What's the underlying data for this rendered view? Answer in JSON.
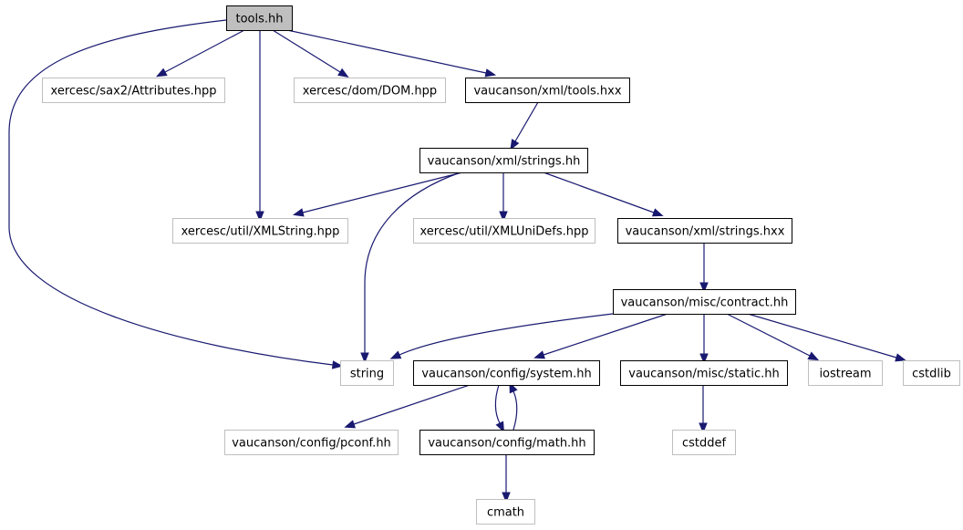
{
  "colors": {
    "edge": "#191970",
    "node_border_internal": "#000000",
    "node_border_external": "#bfbfbf",
    "node_fill_root": "#bfbfbf",
    "node_fill": "#ffffff"
  },
  "nodes": [
    {
      "id": "tools_hh",
      "label": "tools.hh",
      "kind": "root"
    },
    {
      "id": "sax2_attributes",
      "label": "xercesc/sax2/Attributes.hpp",
      "kind": "external"
    },
    {
      "id": "dom_dom",
      "label": "xercesc/dom/DOM.hpp",
      "kind": "external"
    },
    {
      "id": "xml_tools_hxx",
      "label": "vaucanson/xml/tools.hxx",
      "kind": "internal"
    },
    {
      "id": "xml_strings_hh",
      "label": "vaucanson/xml/strings.hh",
      "kind": "internal"
    },
    {
      "id": "util_xmlstring",
      "label": "xercesc/util/XMLString.hpp",
      "kind": "external"
    },
    {
      "id": "util_xmlunidefs",
      "label": "xercesc/util/XMLUniDefs.hpp",
      "kind": "external"
    },
    {
      "id": "xml_strings_hxx",
      "label": "vaucanson/xml/strings.hxx",
      "kind": "internal"
    },
    {
      "id": "misc_contract",
      "label": "vaucanson/misc/contract.hh",
      "kind": "internal"
    },
    {
      "id": "string",
      "label": "string",
      "kind": "external"
    },
    {
      "id": "config_system",
      "label": "vaucanson/config/system.hh",
      "kind": "internal"
    },
    {
      "id": "misc_static",
      "label": "vaucanson/misc/static.hh",
      "kind": "internal"
    },
    {
      "id": "iostream",
      "label": "iostream",
      "kind": "external"
    },
    {
      "id": "cstdlib",
      "label": "cstdlib",
      "kind": "external"
    },
    {
      "id": "config_pconf",
      "label": "vaucanson/config/pconf.hh",
      "kind": "external"
    },
    {
      "id": "config_math",
      "label": "vaucanson/config/math.hh",
      "kind": "internal"
    },
    {
      "id": "cstddef",
      "label": "cstddef",
      "kind": "external"
    },
    {
      "id": "cmath",
      "label": "cmath",
      "kind": "external"
    }
  ],
  "edges": [
    {
      "from": "tools_hh",
      "to": "sax2_attributes"
    },
    {
      "from": "tools_hh",
      "to": "dom_dom"
    },
    {
      "from": "tools_hh",
      "to": "xml_tools_hxx"
    },
    {
      "from": "tools_hh",
      "to": "util_xmlstring"
    },
    {
      "from": "tools_hh",
      "to": "string"
    },
    {
      "from": "xml_tools_hxx",
      "to": "xml_strings_hh"
    },
    {
      "from": "xml_strings_hh",
      "to": "util_xmlstring"
    },
    {
      "from": "xml_strings_hh",
      "to": "util_xmlunidefs"
    },
    {
      "from": "xml_strings_hh",
      "to": "xml_strings_hxx"
    },
    {
      "from": "xml_strings_hh",
      "to": "string"
    },
    {
      "from": "xml_strings_hxx",
      "to": "misc_contract"
    },
    {
      "from": "misc_contract",
      "to": "string"
    },
    {
      "from": "misc_contract",
      "to": "config_system"
    },
    {
      "from": "misc_contract",
      "to": "misc_static"
    },
    {
      "from": "misc_contract",
      "to": "iostream"
    },
    {
      "from": "misc_contract",
      "to": "cstdlib"
    },
    {
      "from": "config_system",
      "to": "config_pconf"
    },
    {
      "from": "config_system",
      "to": "config_math"
    },
    {
      "from": "config_math",
      "to": "config_system"
    },
    {
      "from": "config_math",
      "to": "cmath"
    },
    {
      "from": "misc_static",
      "to": "cstddef"
    }
  ]
}
